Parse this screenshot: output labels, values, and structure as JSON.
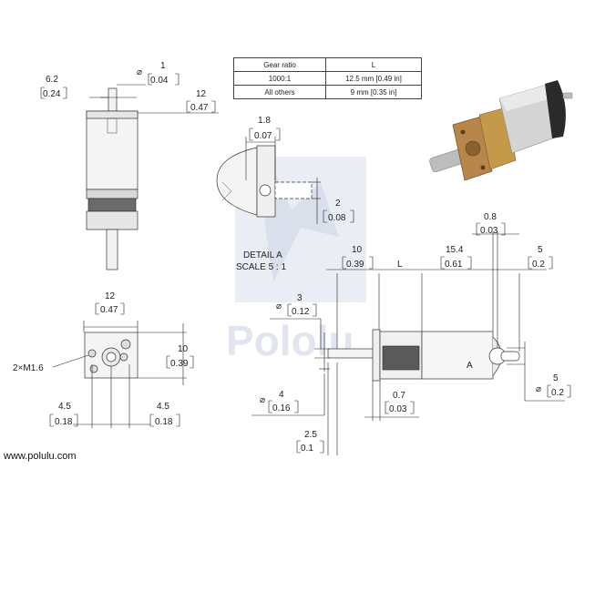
{
  "table": {
    "headers": [
      "Gear ratio",
      "L"
    ],
    "rows": [
      [
        "1000:1",
        "12.5 mm [0.49 in]"
      ],
      [
        "All others",
        "9 mm [0.35 in]"
      ]
    ]
  },
  "website": "www.polulu.com",
  "watermark": "Pololu",
  "detail": {
    "line1": "DETAIL A",
    "line2": "SCALE 5 : 1",
    "marker": "A"
  },
  "dims": {
    "d_shaft_dia_mm": "1",
    "d_shaft_dia_in": "0.04",
    "d_shaft_w_mm": "6.2",
    "d_shaft_w_in": "0.24",
    "d_top_w_mm": "12",
    "d_top_w_in": "0.47",
    "d_det_flat_mm": "1.8",
    "d_det_flat_in": "0.07",
    "d_det_h_mm": "2",
    "d_det_h_in": "0.08",
    "d_front_w_mm": "12",
    "d_front_w_in": "0.47",
    "d_front_h_mm": "10",
    "d_front_h_in": "0.39",
    "d_screw": "2×M1.6",
    "d_hole_l_mm": "4.5",
    "d_hole_l_in": "0.18",
    "d_hole_r_mm": "4.5",
    "d_hole_r_in": "0.18",
    "d_len_shaft_mm": "10",
    "d_len_shaft_in": "0.39",
    "d_len_l": "L",
    "d_len_motor_mm": "15.4",
    "d_len_motor_in": "0.61",
    "d_len_brush_mm": "0.8",
    "d_len_brush_in": "0.03",
    "d_len_tail_mm": "5",
    "d_len_tail_in": "0.2",
    "d_shaft3_mm": "3",
    "d_shaft3_in": "0.12",
    "d_shaft4_mm": "4",
    "d_shaft4_in": "0.16",
    "d_flange_mm": "0.7",
    "d_flange_in": "0.03",
    "d_off_mm": "2.5",
    "d_off_in": "0.1",
    "d_tail_dia_mm": "5",
    "d_tail_dia_in": "0.2"
  },
  "colors": {
    "brass": "#c49a4a",
    "steel": "#cfcfcf",
    "bracket": "#b7864a",
    "watermark": "#dde3ee"
  }
}
